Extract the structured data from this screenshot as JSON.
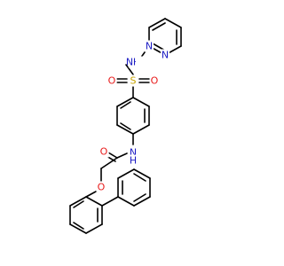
{
  "molecule": {
    "colors": {
      "carbon": "#000000",
      "nitrogen": "#1c1cc4",
      "oxygen": "#e81b1b",
      "sulfur": "#c7a400"
    },
    "labels": {
      "nh_sulfonamide": "NH",
      "h_sulfonamide": "H",
      "n_pyrimidine_top": "N",
      "n_pyrimidine_bottom": "N",
      "sulfur": "S",
      "o_sulfonyl_left": "O",
      "o_sulfonyl_right": "O",
      "o_amide": "O",
      "n_amide": "N",
      "h_amide": "H",
      "o_ether": "O"
    }
  }
}
